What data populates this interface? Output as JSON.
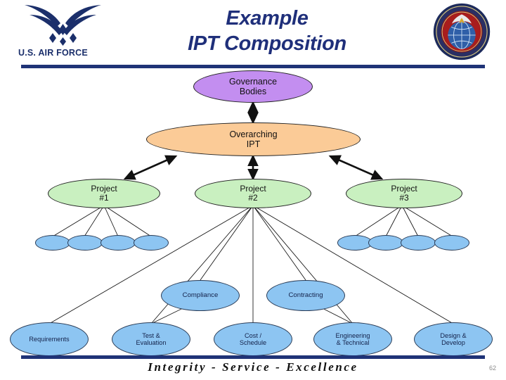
{
  "header": {
    "title_line1": "Example",
    "title_line2": "IPT Composition",
    "af_wordmark": "U.S. AIR FORCE",
    "af_logo_icon": "air-force-wings-icon",
    "seal_icon": "aflcmc-seal-icon",
    "title_color": "#1f2f7a",
    "rule_color": "#1f3377"
  },
  "footer": {
    "motto": "Integrity - Service - Excellence",
    "page_number": "62",
    "rule_color": "#1f3377"
  },
  "palette": {
    "governance": "#c38ef0",
    "overarching": "#fbcb97",
    "project": "#c9f0c0",
    "leaf": "#8dc5f2",
    "outline": "#222222",
    "edge": "#1a1a1a"
  },
  "diagram": {
    "governance": {
      "label": "Governance\nBodies"
    },
    "overarching": {
      "label": "Overarching\nIPT"
    },
    "projects": [
      {
        "label": "Project\n#1"
      },
      {
        "label": "Project\n#2"
      },
      {
        "label": "Project\n#3"
      }
    ],
    "project1_children": [
      {
        "label": ""
      },
      {
        "label": ""
      },
      {
        "label": ""
      },
      {
        "label": ""
      }
    ],
    "project3_children": [
      {
        "label": ""
      },
      {
        "label": ""
      },
      {
        "label": ""
      },
      {
        "label": ""
      }
    ],
    "project2_children_mid": [
      {
        "label": "Compliance"
      },
      {
        "label": "Contracting"
      }
    ],
    "project2_children_bottom": [
      {
        "label": "Requirements"
      },
      {
        "label": "Test &\nEvaluation"
      },
      {
        "label": "Cost /\nSchedule"
      },
      {
        "label": "Engineering\n& Technical"
      },
      {
        "label": "Design &\nDevelop"
      }
    ]
  }
}
